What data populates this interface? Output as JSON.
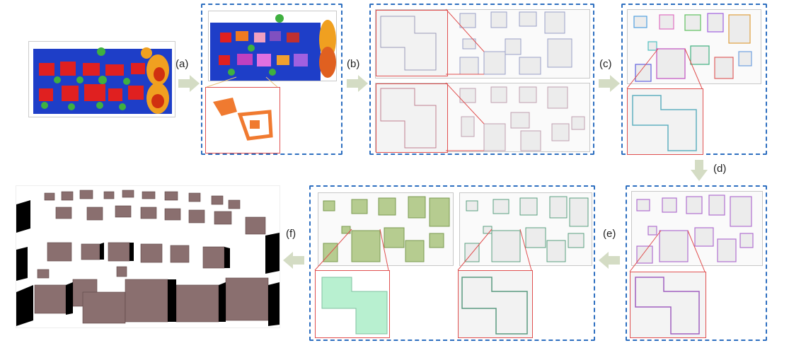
{
  "steps": {
    "a": "(a)",
    "b": "(b)",
    "c": "(c)",
    "d": "(d)",
    "e": "(e)",
    "f": "(f)"
  },
  "colors": {
    "dashed_border": "#2e6fc0",
    "arrow": "#d4dcc4",
    "zoom_frame": "#e05050",
    "ground": "#1e3ec8",
    "roof": "#e02020",
    "tree": "#f0a020",
    "green_fill": "#b6cc90",
    "mint": "#b8f0d0",
    "building_3d": "#8a6f6f"
  }
}
